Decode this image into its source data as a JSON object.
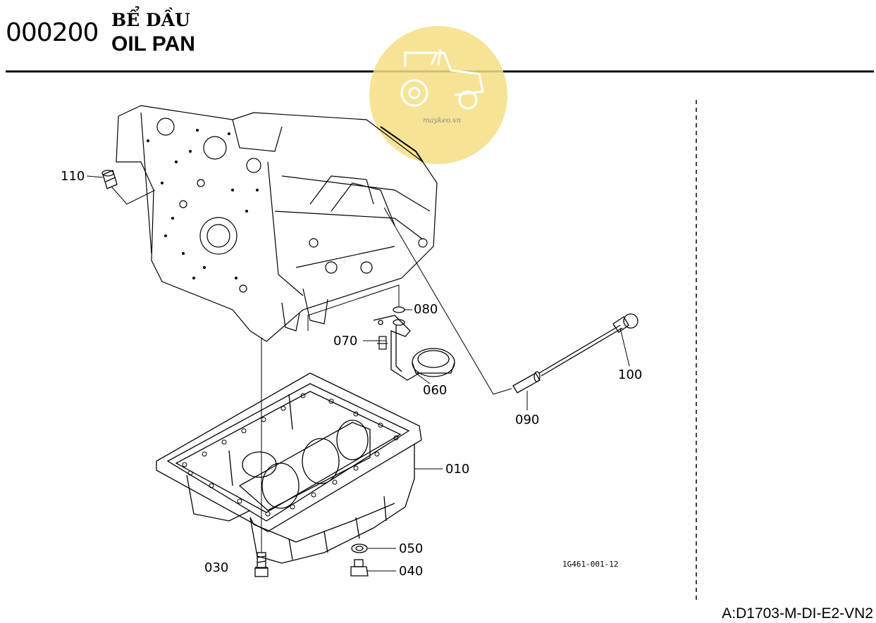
{
  "header": {
    "code": "000200",
    "title_vi": "BỂ DẦU",
    "title_en": "OIL PAN"
  },
  "watermark": {
    "text": "maykeo.vn",
    "color": "#f3dc7a"
  },
  "parts": [
    {
      "id": "p010",
      "label": "010"
    },
    {
      "id": "p030",
      "label": "030"
    },
    {
      "id": "p040",
      "label": "040"
    },
    {
      "id": "p050",
      "label": "050"
    },
    {
      "id": "p060",
      "label": "060"
    },
    {
      "id": "p070",
      "label": "070"
    },
    {
      "id": "p080",
      "label": "080"
    },
    {
      "id": "p090",
      "label": "090"
    },
    {
      "id": "p100",
      "label": "100"
    },
    {
      "id": "p110",
      "label": "110"
    }
  ],
  "drawing_ref": "1G461-001-12",
  "footer": {
    "model_code": "A:D1703-M-DI-E2-VN2"
  }
}
